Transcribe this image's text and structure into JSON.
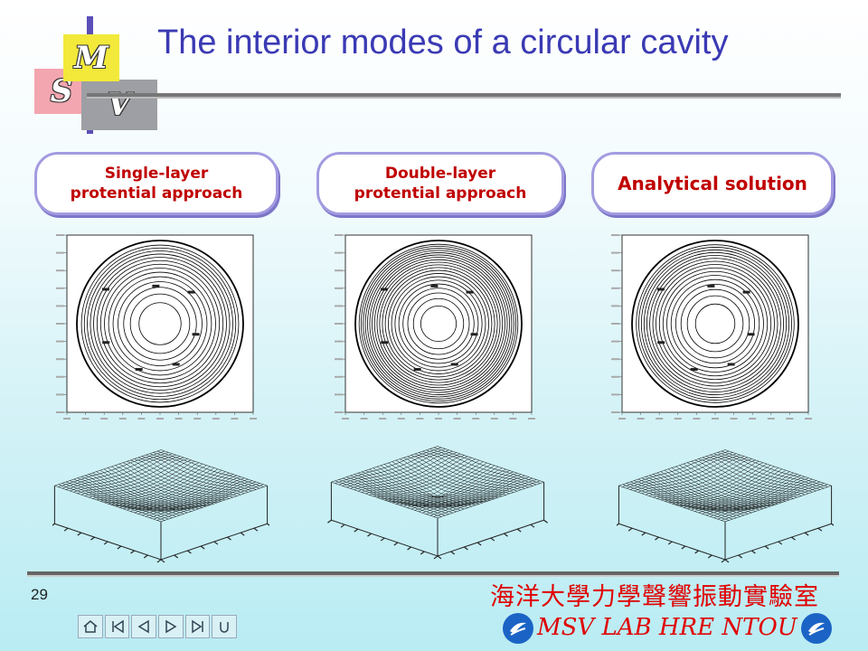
{
  "title": "The interior modes of a circular cavity",
  "logo": {
    "letters": [
      "M",
      "S",
      "V"
    ],
    "colors": [
      "#f2e93a",
      "#f3a6b0",
      "#9d9fa4"
    ]
  },
  "methods": [
    {
      "line1": "Single-layer",
      "line2": "protential approach"
    },
    {
      "line1": "Double-layer",
      "line2": "protential approach"
    },
    {
      "line1": "Analytical solution",
      "line2": ""
    }
  ],
  "plots": {
    "contour_count": [
      14,
      20,
      16
    ],
    "surface_dip": [
      0.0,
      0.22,
      0.05
    ]
  },
  "footer": {
    "page_number": "29",
    "lab_name_zh": "海洋大學力學聲響振動實驗室",
    "lab_name_en": "MSV LAB HRE NTOU"
  },
  "nav_icons": [
    "home-icon",
    "first-icon",
    "prev-icon",
    "next-icon",
    "last-icon",
    "return-icon"
  ],
  "accent": {
    "title": "#3a3ab4",
    "red": "#e00000",
    "pill_border": "#a39be0"
  }
}
